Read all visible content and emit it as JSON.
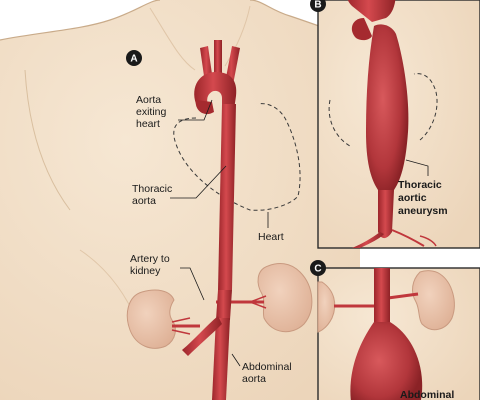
{
  "panels": {
    "a": {
      "badge": "A"
    },
    "b": {
      "badge": "B"
    },
    "c": {
      "badge": "C"
    }
  },
  "labels": {
    "aorta_exiting_heart": [
      "Aorta",
      "exiting",
      "heart"
    ],
    "thoracic_aorta": [
      "Thoracic",
      "aorta"
    ],
    "heart": "Heart",
    "artery_to_kidney": [
      "Artery to",
      "kidney"
    ],
    "abdominal_aorta": [
      "Abdominal",
      "aorta"
    ],
    "thoracic_aortic_aneurysm": [
      "Thoracic",
      "aortic",
      "aneurysm"
    ],
    "abdominal_aneurysm": "Abdominal"
  },
  "colors": {
    "skin": "#f3e1cb",
    "skin_shadow": "#e6cdb0",
    "body_outline": "#c9ab8a",
    "panel_border": "#2b2b2b",
    "aorta": "#c0373c",
    "aorta_dark": "#8e2226",
    "kidney": "#e9c2a9",
    "kidney_outline": "#c99a80",
    "badge": "#1a1a1a"
  }
}
